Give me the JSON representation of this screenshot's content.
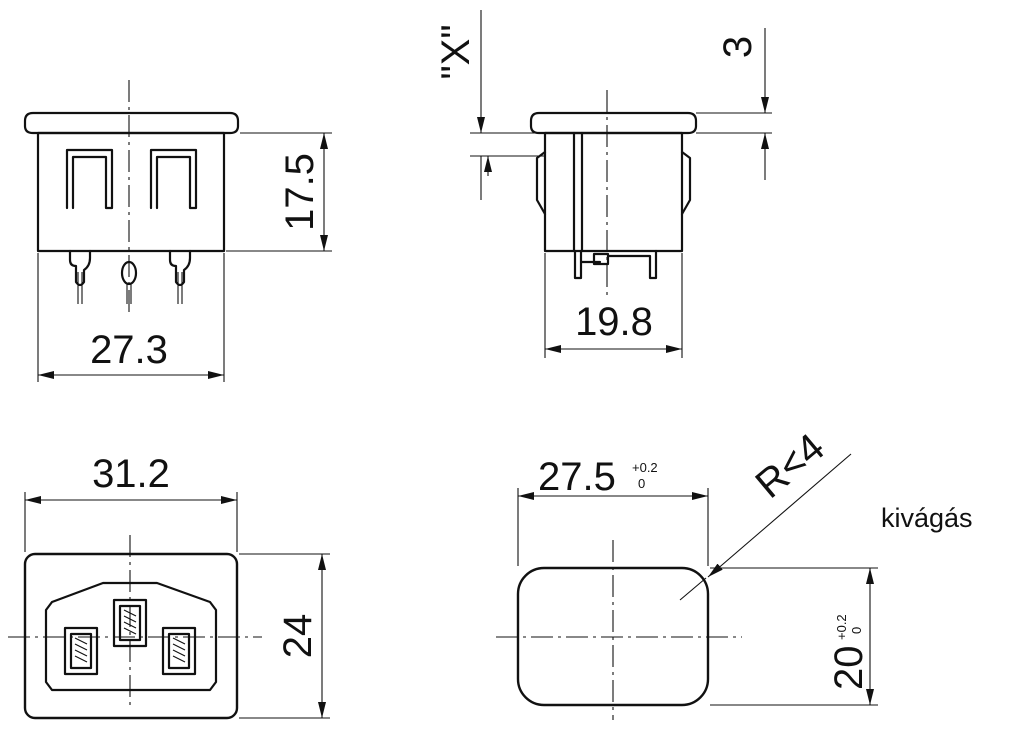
{
  "drawing": {
    "front_view": {
      "width_label": "27.3",
      "height_label": "17.5"
    },
    "side_view": {
      "depth_label": "19.8",
      "x_label": "\"X\"",
      "flange_label": "3"
    },
    "face_view": {
      "width_label": "31.2",
      "height_label": "24"
    },
    "cutout_view": {
      "width_label": "27.5",
      "width_tol_upper": "+0.2",
      "width_tol_lower": "0",
      "height_label": "20",
      "height_tol_upper": "+0.2",
      "height_tol_lower": "0",
      "radius_label": "R<4",
      "note": "kivágás"
    }
  }
}
